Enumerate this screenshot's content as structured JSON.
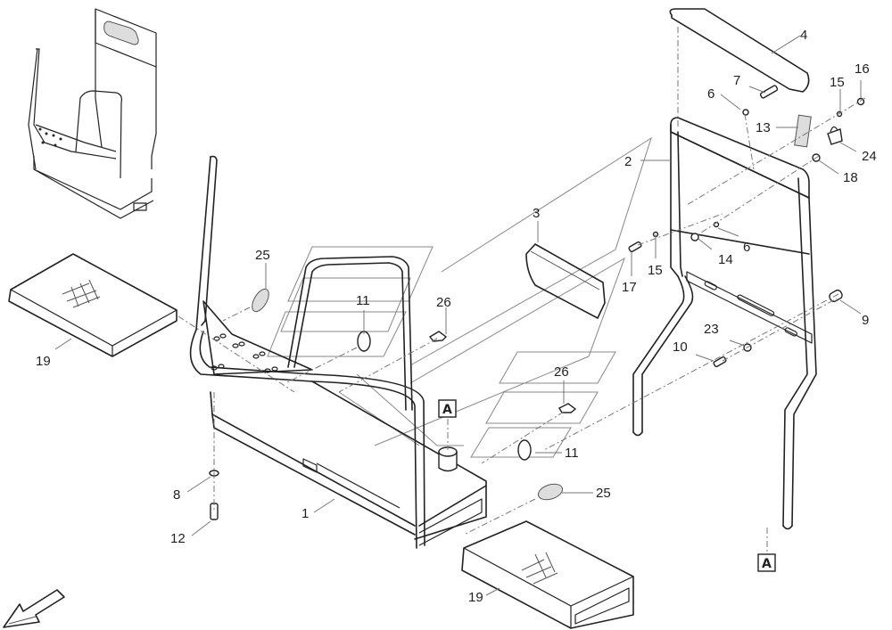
{
  "diagram": {
    "type": "exploded-parts-view",
    "subject": "Operator platform / step frame assembly",
    "callouts": [
      {
        "id": "c1",
        "label": "1",
        "part": "main step frame"
      },
      {
        "id": "c2",
        "label": "2",
        "part": "rear backrest frame"
      },
      {
        "id": "c3",
        "label": "3",
        "part": "pad"
      },
      {
        "id": "c4",
        "label": "4",
        "part": "top cover"
      },
      {
        "id": "c6a",
        "label": "6",
        "part": "washer"
      },
      {
        "id": "c6b",
        "label": "6",
        "part": "washer"
      },
      {
        "id": "c7",
        "label": "7",
        "part": "bolt"
      },
      {
        "id": "c8",
        "label": "8",
        "part": "washer"
      },
      {
        "id": "c9",
        "label": "9",
        "part": "bushing"
      },
      {
        "id": "c10",
        "label": "10",
        "part": "bolt"
      },
      {
        "id": "c11a",
        "label": "11",
        "part": "disc"
      },
      {
        "id": "c11b",
        "label": "11",
        "part": "disc"
      },
      {
        "id": "c12",
        "label": "12",
        "part": "bolt"
      },
      {
        "id": "c13",
        "label": "13",
        "part": "latch plate"
      },
      {
        "id": "c14",
        "label": "14",
        "part": "screw"
      },
      {
        "id": "c15a",
        "label": "15",
        "part": "washer"
      },
      {
        "id": "c15b",
        "label": "15",
        "part": "washer"
      },
      {
        "id": "c16",
        "label": "16",
        "part": "nut"
      },
      {
        "id": "c17",
        "label": "17",
        "part": "bolt"
      },
      {
        "id": "c18",
        "label": "18",
        "part": "nut"
      },
      {
        "id": "c19a",
        "label": "19",
        "part": "step tread"
      },
      {
        "id": "c19b",
        "label": "19",
        "part": "step tread"
      },
      {
        "id": "c23",
        "label": "23",
        "part": "washer"
      },
      {
        "id": "c24",
        "label": "24",
        "part": "padlock"
      },
      {
        "id": "c25a",
        "label": "25",
        "part": "spring"
      },
      {
        "id": "c25b",
        "label": "25",
        "part": "spring"
      },
      {
        "id": "c26a",
        "label": "26",
        "part": "wing screw"
      },
      {
        "id": "c26b",
        "label": "26",
        "part": "wing screw"
      }
    ],
    "connection_markers": [
      {
        "id": "ma",
        "label": "A"
      },
      {
        "id": "mb",
        "label": "A"
      }
    ],
    "icons": {
      "orientation_arrow": "direction-arrow-icon"
    }
  }
}
